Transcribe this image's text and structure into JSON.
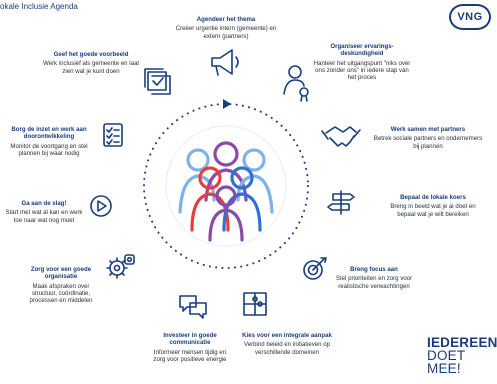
{
  "header": {
    "title": "okale Inclusie Agenda",
    "logo": "VNG"
  },
  "slogan": {
    "line1": "IEDEREEN",
    "line2": "DOET MEE!"
  },
  "colors": {
    "navy": "#1a3d7c",
    "blue": "#2f6fd6",
    "red": "#e2403f",
    "purple": "#8a4ba8",
    "lightblue": "#7fb2e6"
  },
  "items": [
    {
      "title": "Agendeer het thema",
      "text": "Creëer urgentie intern (gemeente) en extern (partners)",
      "icon": "megaphone-icon"
    },
    {
      "title": "Organiseer ervarings-deskundigheid",
      "text": "Hanteer het uitgangspunt \"niks over ons zonder ons\" in iedere stap van het proces",
      "icon": "expert-badge-icon"
    },
    {
      "title": "Werk samen met partners",
      "text": "Betrek sociale partners en ondernemers bij plannen",
      "icon": "handshake-icon"
    },
    {
      "title": "Bepaal de lokale koers",
      "text": "Breng in beeld wat je al doet en bepaal wat je wilt bereiken",
      "icon": "signpost-icon"
    },
    {
      "title": "Breng focus aan",
      "text": "Stel prioriteiten en zorg voor realistische verwachtingen",
      "icon": "target-icon"
    },
    {
      "title": "Kies voor een integrale aanpak",
      "text": "Verbind beleid en initiatieven op verschillende domeinen",
      "icon": "puzzle-icon"
    },
    {
      "title": "Investeer in goede communicatie",
      "text": "Informeer mensen tijdig en zorg voor positieve energie",
      "icon": "speech-bubbles-icon"
    },
    {
      "title": "Zorg voor een goede organisatie",
      "text": "Maak afspraken over structuur, coördinatie, processen en middelen",
      "icon": "gears-icon"
    },
    {
      "title": "Ga aan de slag!",
      "text": "Start met wat al kan en werk toe naar wat nog moet",
      "icon": "play-icon"
    },
    {
      "title": "Borg de inzet en werk aan doorontwikkeling",
      "text": "Monitor de voortgang en stel plannen bij waar nodig",
      "icon": "checklist-icon"
    },
    {
      "title": "Geef het goede voorbeeld",
      "text": "Werk inclusief als gemeente en laat zien wat je kunt doen",
      "icon": "checked-documents-icon"
    }
  ]
}
